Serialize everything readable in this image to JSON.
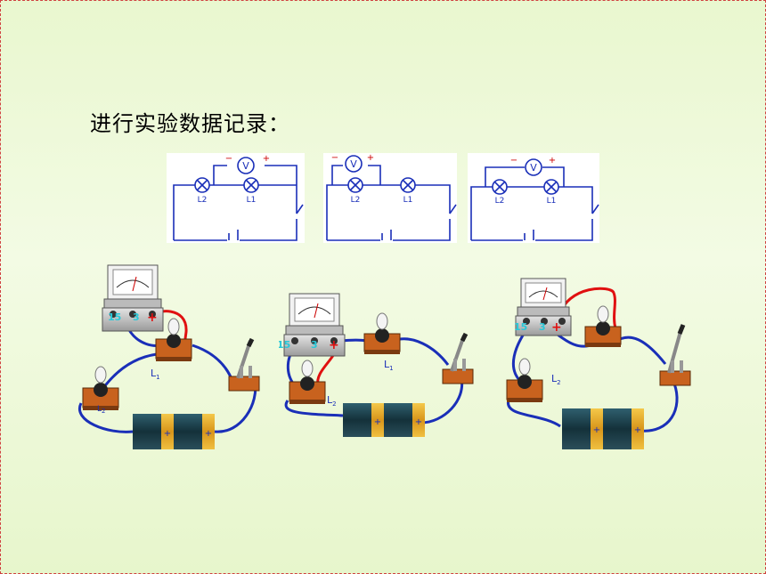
{
  "title": "进行实验数据记录：",
  "schematics": [
    {
      "lamp_left": "L2",
      "lamp_right": "L1",
      "meter": "V",
      "minus": "−",
      "plus": "+"
    },
    {
      "lamp_left": "L2",
      "lamp_right": "L1",
      "meter": "V",
      "minus": "−",
      "plus": "+"
    },
    {
      "lamp_left": "L2",
      "lamp_right": "L1",
      "meter": "V",
      "minus": "−",
      "plus": "+"
    }
  ],
  "setups": [
    {
      "terminal_15": "15",
      "terminal_3": "3",
      "plus": "+",
      "lamp_a": "L",
      "lamp_a_sub": "1",
      "lamp_b": "L",
      "lamp_b_sub": "2"
    },
    {
      "terminal_15": "15",
      "terminal_3": "3",
      "plus": "+",
      "lamp_a": "L",
      "lamp_a_sub": "1",
      "lamp_b": "L",
      "lamp_b_sub": "2"
    },
    {
      "terminal_15": "15",
      "terminal_3": "3",
      "plus": "+",
      "lamp_b": "L",
      "lamp_b_sub": "2"
    }
  ],
  "colors": {
    "wire": "#1a2fb8",
    "red_wire": "#e01010",
    "terminal_label": "#28c8d8",
    "board": "#c8621e",
    "battery_gold": "#e8b020",
    "battery_dark": "#1b3b45"
  }
}
